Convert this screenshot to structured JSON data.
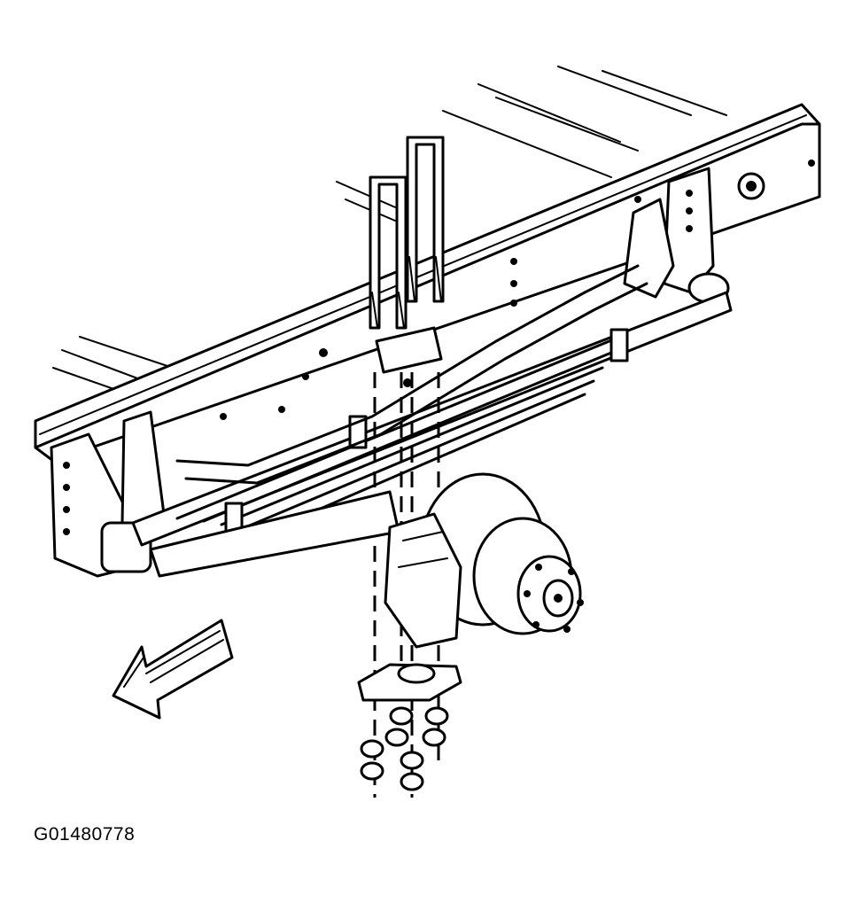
{
  "figure": {
    "id_label": "G01480778"
  },
  "diagram": {
    "parts": [
      "frame-rail",
      "leaf-spring",
      "u-bolt-left",
      "u-bolt-right",
      "axle-hub",
      "brake-disc",
      "spring-plate",
      "nuts",
      "front-direction-arrow"
    ]
  }
}
